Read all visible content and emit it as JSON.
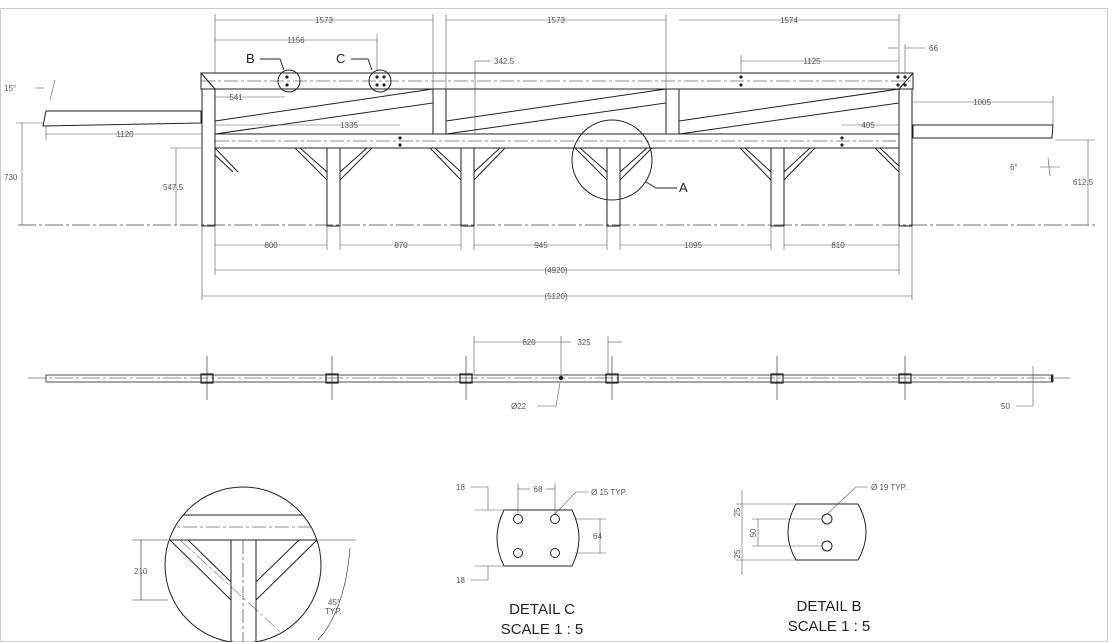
{
  "dims": {
    "top_1573_a": "1573",
    "top_1573_b": "1573",
    "top_1574": "1574",
    "d1156": "1156",
    "d66": "66",
    "d342_5": "342.5",
    "d1125": "1125",
    "d15deg": "15°",
    "d541": "541",
    "d1005": "1005",
    "d1120": "1120",
    "d1335": "1335",
    "d405": "405",
    "d730": "730",
    "d547_5": "547.5",
    "d6deg": "6°",
    "d612_5": "612.5",
    "d800": "800",
    "d870": "870",
    "d945": "945",
    "d1095": "1095",
    "d810": "810",
    "d4920": "(4920)",
    "d5120": "(5120)",
    "d620": "620",
    "d325": "325",
    "dia22": "Ø22",
    "d50": "50",
    "d210": "210",
    "d45typ_1": "45°",
    "d45typ_2": "TYP.",
    "c18_top": "18",
    "c68": "68",
    "c15typ": "Ø 15 TYP.",
    "c64": "64",
    "c18_bot": "18",
    "b19typ": "Ø 19 TYP.",
    "b25_top": "25",
    "b50": "50",
    "b25_bot": "25"
  },
  "labels": {
    "A": "A",
    "B": "B",
    "C": "C"
  },
  "details": {
    "c_title": "DETAIL C",
    "c_scale": "SCALE 1 : 5",
    "b_title": "DETAIL B",
    "b_scale": "SCALE 1 : 5"
  }
}
